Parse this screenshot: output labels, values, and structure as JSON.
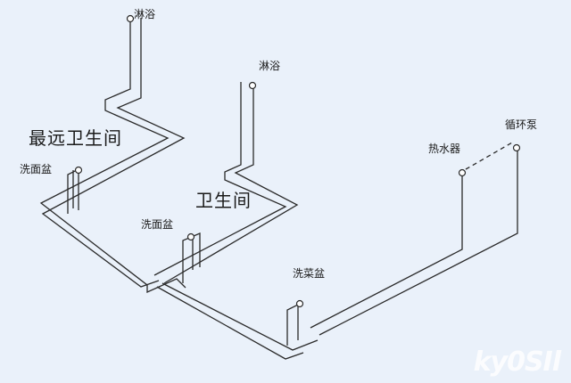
{
  "labels": {
    "shower_top": "淋浴",
    "shower_mid": "淋浴",
    "farthest_bathroom": "最远卫生间",
    "washbasin_left": "洗面盆",
    "bathroom": "卫生间",
    "washbasin_mid": "洗面盆",
    "water_heater": "热水器",
    "circulation_pump": "循环泵",
    "vegetable_sink": "洗菜盆"
  },
  "colors": {
    "pipe": "#2a2a2a",
    "background": "#eaf1fa"
  },
  "watermark": "ky0SIl"
}
